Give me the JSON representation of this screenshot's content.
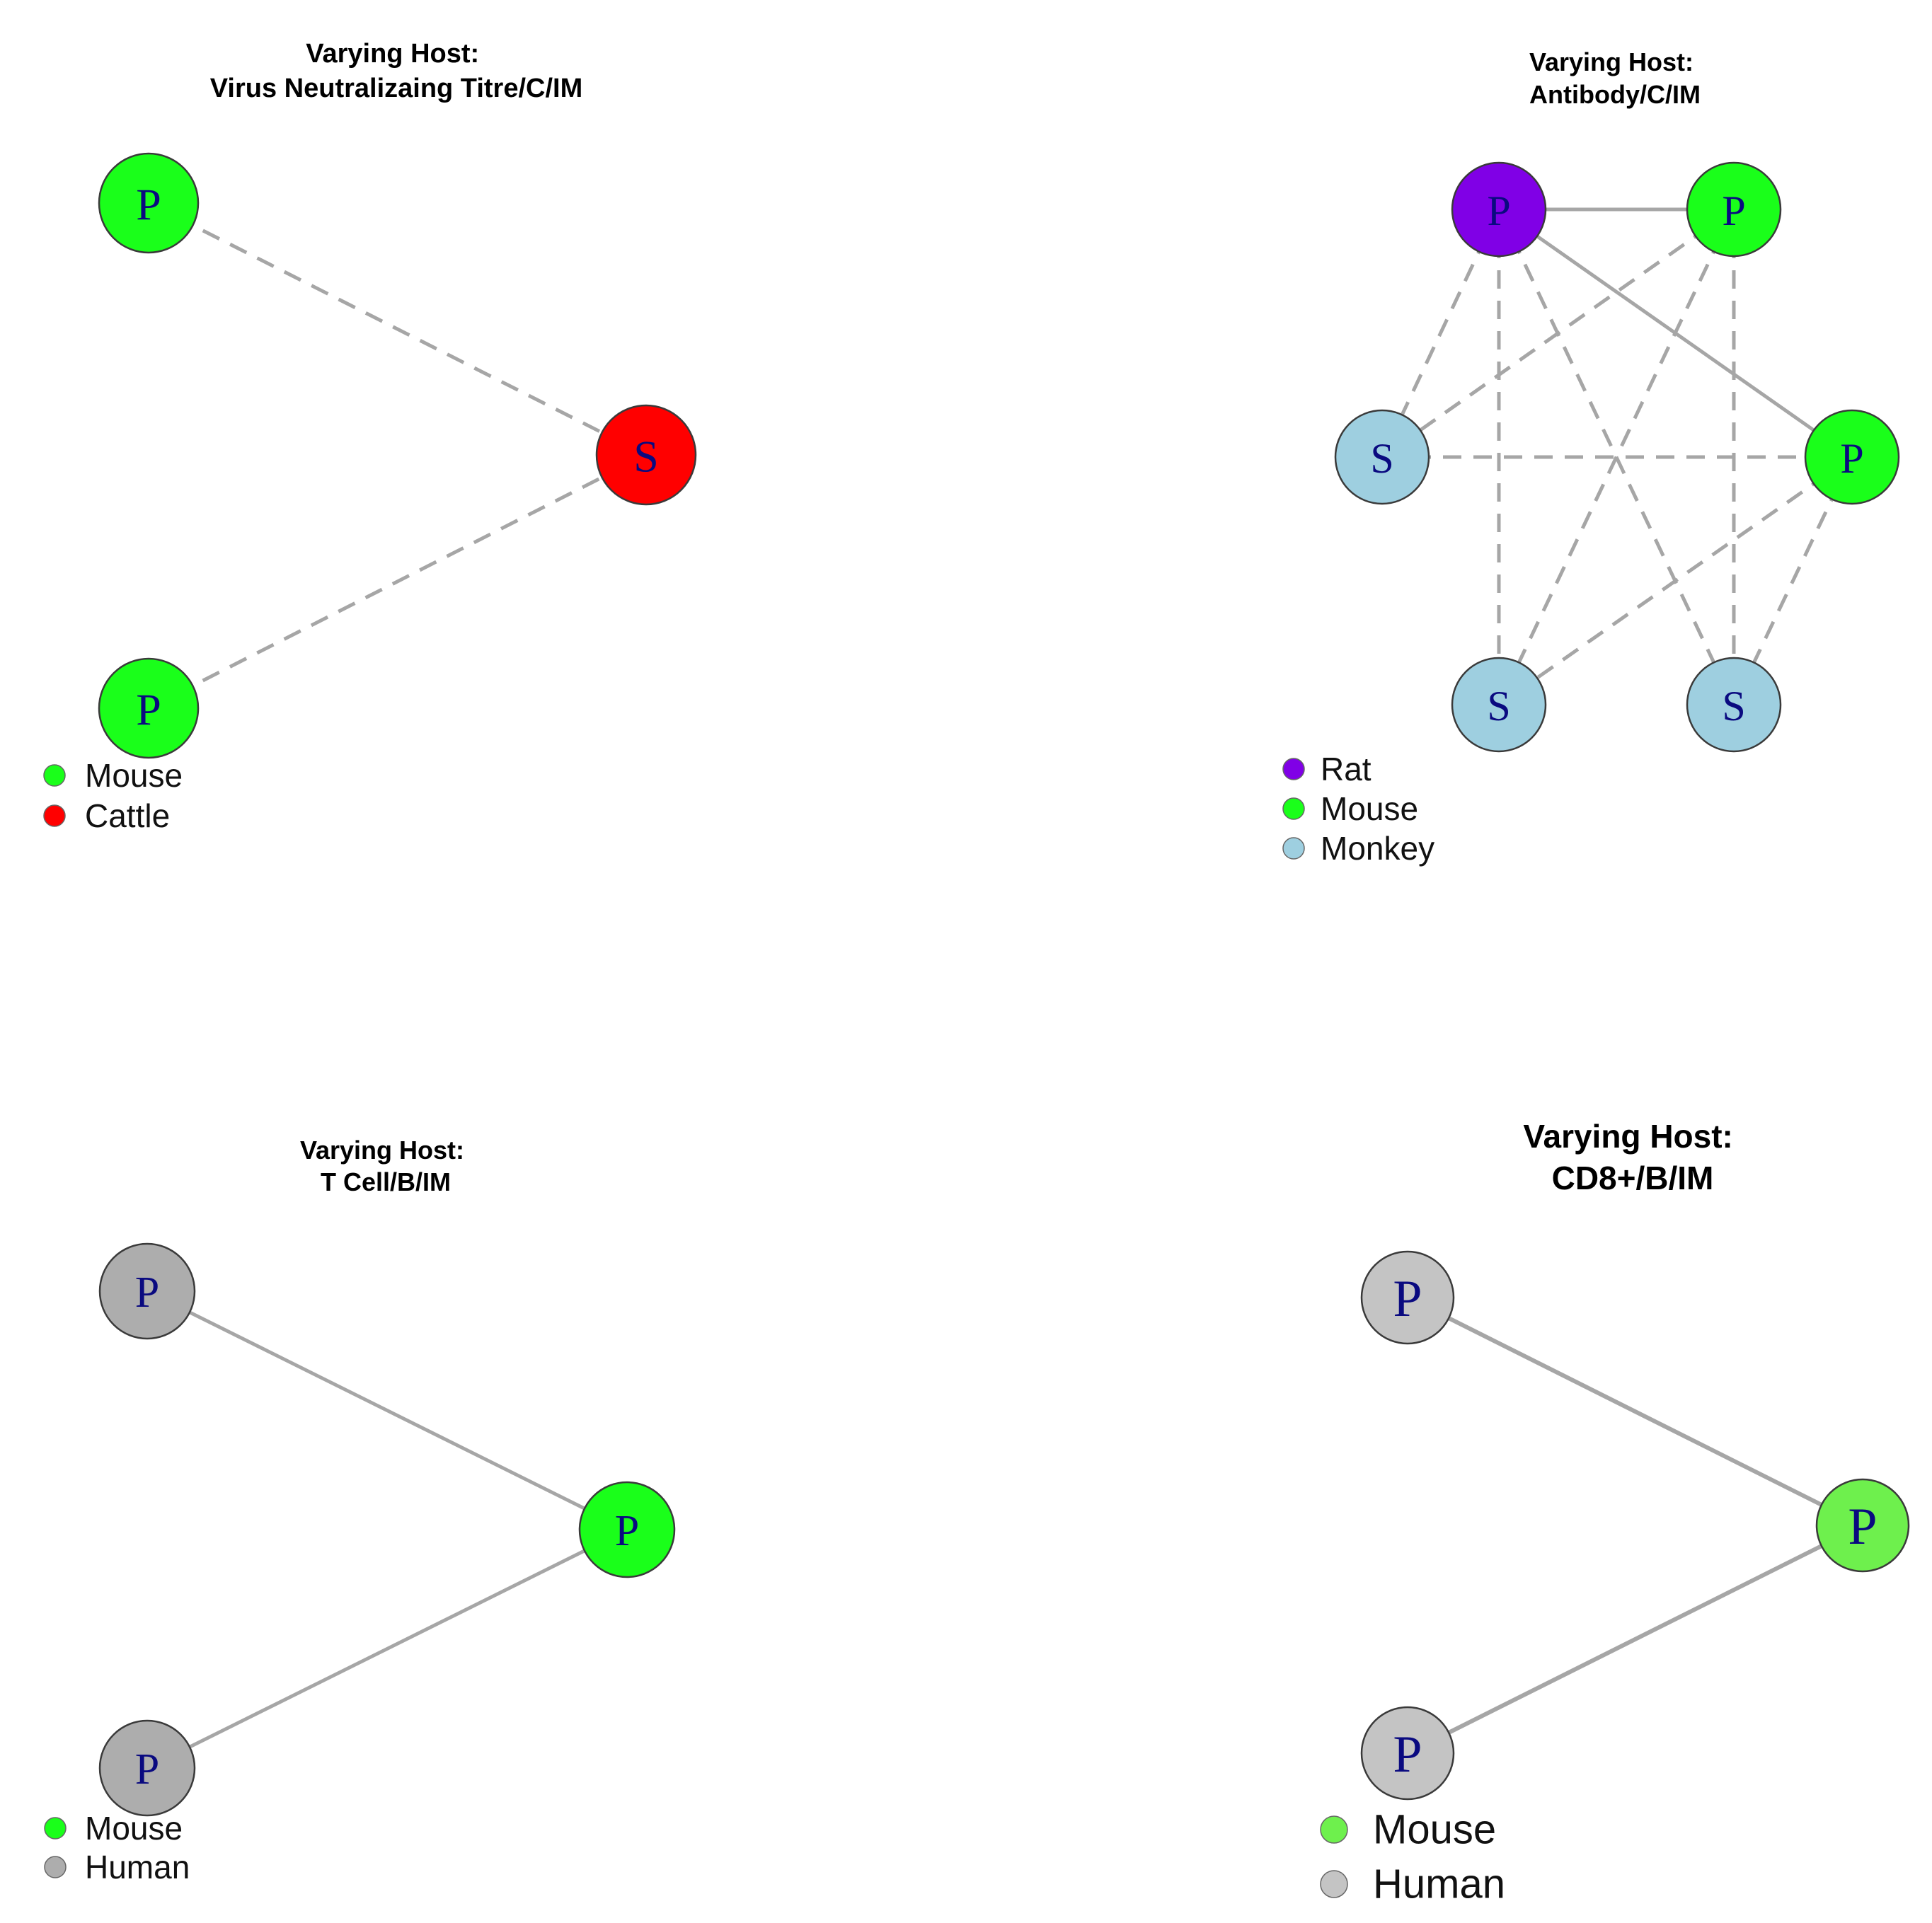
{
  "panels": [
    {
      "title_lines": [
        "Varying Host:",
        "Virus Neutralizaing Titre/C/IM"
      ],
      "nodes": [
        {
          "label": "P",
          "host": "Mouse"
        },
        {
          "label": "S",
          "host": "Cattle"
        },
        {
          "label": "P",
          "host": "Mouse"
        }
      ],
      "edges": [
        {
          "from": 0,
          "to": 1,
          "style": "dashed"
        },
        {
          "from": 2,
          "to": 1,
          "style": "dashed"
        }
      ],
      "legend": [
        {
          "label": "Mouse",
          "color": "#1aff1a"
        },
        {
          "label": "Cattle",
          "color": "#ff0000"
        }
      ]
    },
    {
      "title_lines": [
        "Varying Host:",
        "Antibody/C/IM"
      ],
      "nodes": [
        {
          "label": "P",
          "host": "Rat"
        },
        {
          "label": "P",
          "host": "Mouse"
        },
        {
          "label": "S",
          "host": "Monkey"
        },
        {
          "label": "P",
          "host": "Mouse"
        },
        {
          "label": "S",
          "host": "Monkey"
        },
        {
          "label": "S",
          "host": "Monkey"
        }
      ],
      "edges": [
        {
          "from": 0,
          "to": 1,
          "style": "solid"
        },
        {
          "from": 0,
          "to": 3,
          "style": "solid"
        },
        {
          "from": 0,
          "to": 2,
          "style": "dashed"
        },
        {
          "from": 0,
          "to": 4,
          "style": "dashed"
        },
        {
          "from": 0,
          "to": 5,
          "style": "dashed"
        },
        {
          "from": 1,
          "to": 2,
          "style": "dashed"
        },
        {
          "from": 1,
          "to": 4,
          "style": "dashed"
        },
        {
          "from": 1,
          "to": 5,
          "style": "dashed"
        },
        {
          "from": 2,
          "to": 3,
          "style": "dashed"
        },
        {
          "from": 3,
          "to": 4,
          "style": "dashed"
        },
        {
          "from": 3,
          "to": 5,
          "style": "dashed"
        }
      ],
      "legend": [
        {
          "label": "Rat",
          "color": "#8000e6"
        },
        {
          "label": "Mouse",
          "color": "#1aff1a"
        },
        {
          "label": "Monkey",
          "color": "#9ecfe0"
        }
      ]
    },
    {
      "title_lines": [
        "Varying Host:",
        "T Cell/B/IM"
      ],
      "nodes": [
        {
          "label": "P",
          "host": "Human"
        },
        {
          "label": "P",
          "host": "Mouse"
        },
        {
          "label": "P",
          "host": "Human"
        }
      ],
      "edges": [
        {
          "from": 0,
          "to": 1,
          "style": "solid"
        },
        {
          "from": 2,
          "to": 1,
          "style": "solid"
        }
      ],
      "legend": [
        {
          "label": "Mouse",
          "color": "#1aff1a"
        },
        {
          "label": "Human",
          "color": "#adadad"
        }
      ]
    },
    {
      "title_lines": [
        "Varying Host:",
        "CD8+/B/IM"
      ],
      "nodes": [
        {
          "label": "P",
          "host": "Human"
        },
        {
          "label": "P",
          "host": "Mouse"
        },
        {
          "label": "P",
          "host": "Human"
        }
      ],
      "edges": [
        {
          "from": 0,
          "to": 1,
          "style": "solid"
        },
        {
          "from": 2,
          "to": 1,
          "style": "solid"
        }
      ],
      "legend": [
        {
          "label": "Mouse",
          "color": "#6ef04d"
        },
        {
          "label": "Human",
          "color": "#c4c4c4"
        }
      ]
    }
  ]
}
